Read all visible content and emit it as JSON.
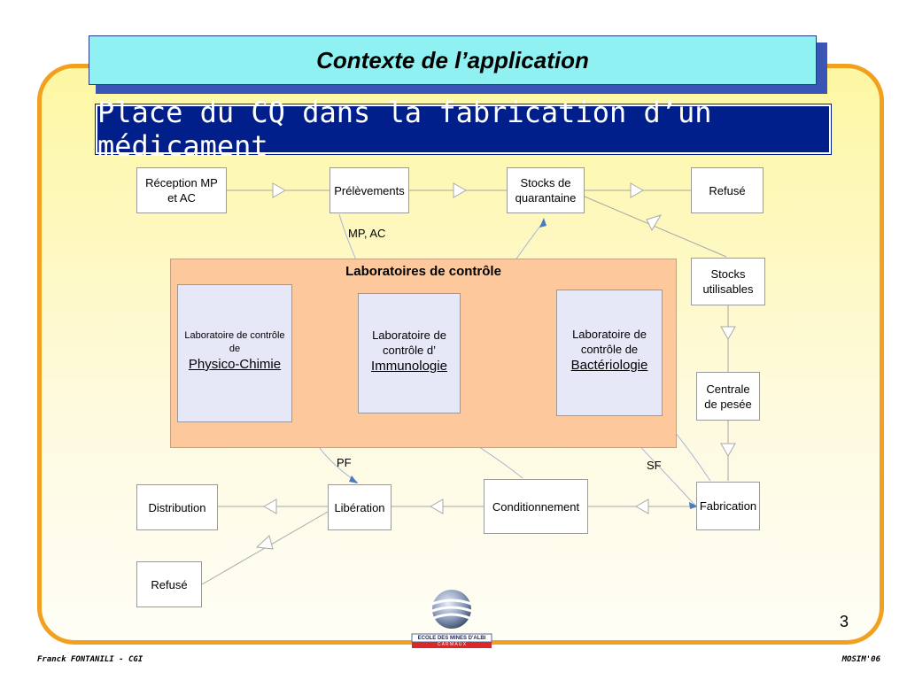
{
  "slide": {
    "title": "Contexte de l’application",
    "subtitle": "Place du CQ dans la fabrication d’un médicament",
    "page_number": "3",
    "footer_left": "Franck FONTANILI - CGI",
    "footer_right": "MOSIM'06",
    "logo_text_top": "ECOLE DES MINES D'ALBI",
    "logo_text_bottom": "C A R M A U X"
  },
  "colors": {
    "frame_border": "#f2a020",
    "title_bg": "#8ff1f1",
    "subtitle_bg": "#001f8a",
    "lab_area_bg": "#fdc89c",
    "lab_box_bg": "#e6e8f8",
    "arrow_blue": "#4a7ac0"
  },
  "diagram": {
    "nodes": {
      "reception": "Réception MP\net AC",
      "prelevements": "Prélèvements",
      "stocks_quarantaine": "Stocks de\nquarantaine",
      "refuse_top": "Refusé",
      "stocks_utilisables": "Stocks\nutilisables",
      "centrale_pesee": "Centrale\nde pesée",
      "fabrication": "Fabrication",
      "conditionnement": "Conditionnement",
      "liberation": "Libération",
      "distribution": "Distribution",
      "refuse_bottom": "Refusé"
    },
    "lab_area_title": "Laboratoires de contrôle",
    "labs": {
      "physico": {
        "line1": "Laboratoire de contrôle\nde",
        "line2": "Physico-Chimie"
      },
      "immuno": {
        "line1": "Laboratoire de\ncontrôle d’",
        "line2": "Immunologie"
      },
      "bacterio": {
        "line1": "Laboratoire de\ncontrôle de",
        "line2": "Bactériologie"
      }
    },
    "labels": {
      "mp_ac": "MP, AC",
      "pf": "PF",
      "sf": "SF"
    }
  }
}
